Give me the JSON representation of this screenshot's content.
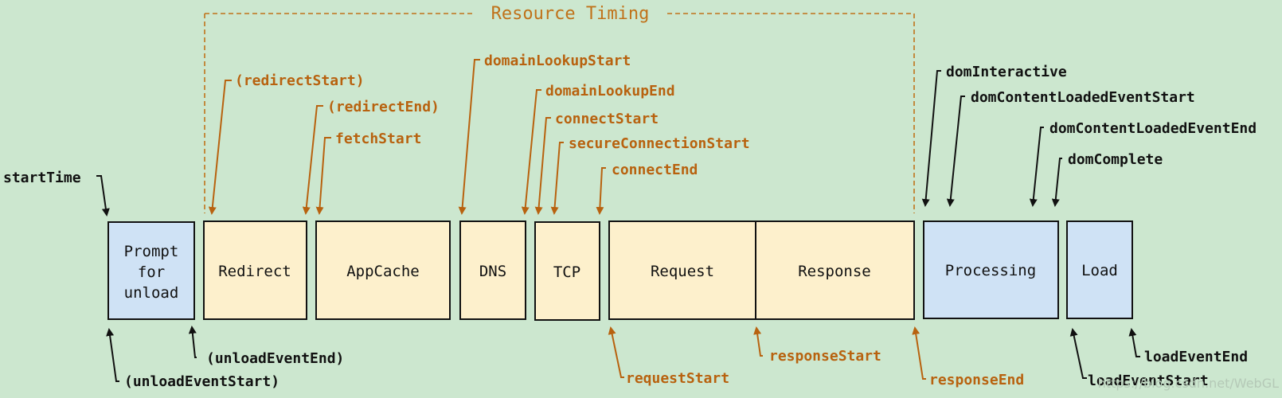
{
  "title": "Resource Timing",
  "colors": {
    "background": "#cce7cf",
    "blue_box": "#cfe2f5",
    "yellow_box": "#fdf0cc",
    "orange": "#b8620f",
    "black": "#111111"
  },
  "phases": {
    "prompt": [
      "Prompt",
      "for",
      "unload"
    ],
    "redirect": "Redirect",
    "appcache": "AppCache",
    "dns": "DNS",
    "tcp": "TCP",
    "request": "Request",
    "response": "Response",
    "processing": "Processing",
    "load": "Load"
  },
  "labels": {
    "startTime": "startTime",
    "unloadEventStart": "(unloadEventStart)",
    "unloadEventEnd": "(unloadEventEnd)",
    "redirectStart": "(redirectStart)",
    "redirectEnd": "(redirectEnd)",
    "fetchStart": "fetchStart",
    "domainLookupStart": "domainLookupStart",
    "domainLookupEnd": "domainLookupEnd",
    "connectStart": "connectStart",
    "secureConnectionStart": "secureConnectionStart",
    "connectEnd": "connectEnd",
    "requestStart": "requestStart",
    "responseStart": "responseStart",
    "responseEnd": "responseEnd",
    "domInteractive": "domInteractive",
    "domContentLoadedEventStart": "domContentLoadedEventStart",
    "domContentLoadedEventEnd": "domContentLoadedEventEnd",
    "domComplete": "domComplete",
    "loadEventStart": "loadEventStart",
    "loadEventEnd": "loadEventEnd"
  },
  "watermark": "https://blog.csdn.net/WebGL"
}
